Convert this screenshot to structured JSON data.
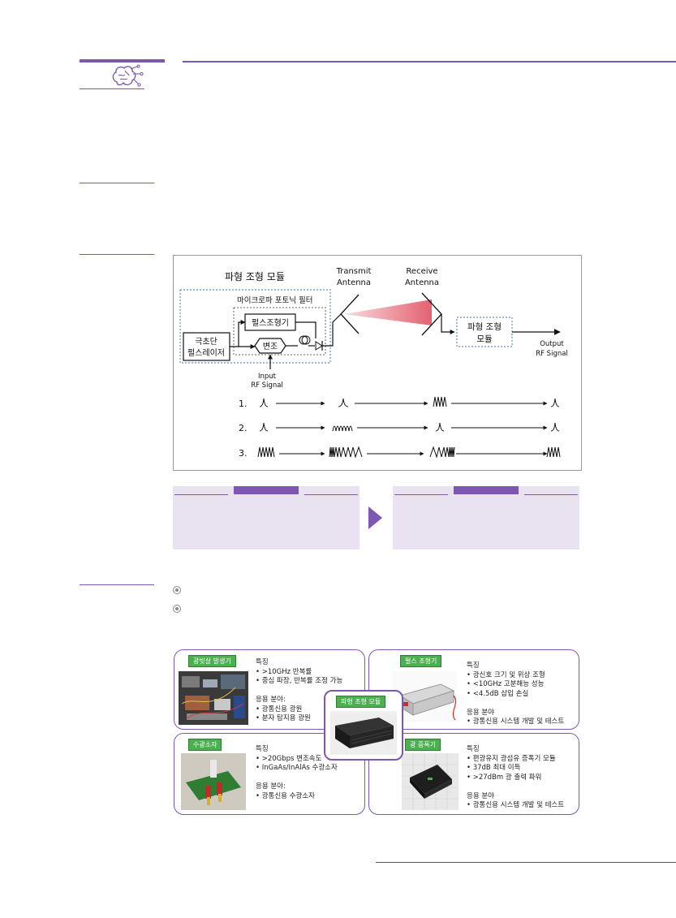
{
  "figure": {
    "module_title": "파형 조형 모듈",
    "filter_title": "마이크로파 포토닉 필터",
    "laser": "극초단 펄스레이저",
    "pulse_shaper": "펄스조형기",
    "modulator": "변조",
    "input_label": "Input RF Signal",
    "transmit_antenna": "Transmit Antenna",
    "receive_antenna": "Receive Antenna",
    "module_box": "파형 조형 모듈",
    "output_label": "Output RF Signal",
    "rows": [
      "1.",
      "2.",
      "3."
    ]
  },
  "cards": {
    "light_source": {
      "tag": "광빗살 발생기",
      "text": "특징\n• >10GHz 반복률\n• 중심 파장, 반복률 조정 가능\n\n응용 분야:\n• 광통신용 광원\n• 분자 탐지용 광원"
    },
    "pulse_shaper": {
      "tag": "펄스 조형기",
      "text": "특징\n• 광신호 크기 및 위상 조형\n• <10GHz 고분해능 성능\n• <4.5dB 삽입 손실\n\n응용 분야\n• 광통신용 시스템 개발 및 테스트"
    },
    "center": {
      "tag": "파형 조형 모듈"
    },
    "photodetector": {
      "tag": "수광소자",
      "text": "특징\n• >20Gbps 변조속도\n• InGaAs/InAlAs 수광소자\n\n응용 분야:\n• 광통신용 수광소자"
    },
    "amplifier": {
      "tag": "광 증폭기",
      "text": "특징\n• 편광유지 광섬유 증폭기 모듈\n• 37dB 최대 이득\n• >27dBm 광 출력 파워\n\n응용 분야\n• 광통신용 시스템 개발 및 테스트"
    }
  },
  "colors": {
    "accent": "#7e57b2",
    "tag_green": "#4caf50",
    "compare_bg": "#e9e3f1",
    "beam_red": "#e05060"
  }
}
